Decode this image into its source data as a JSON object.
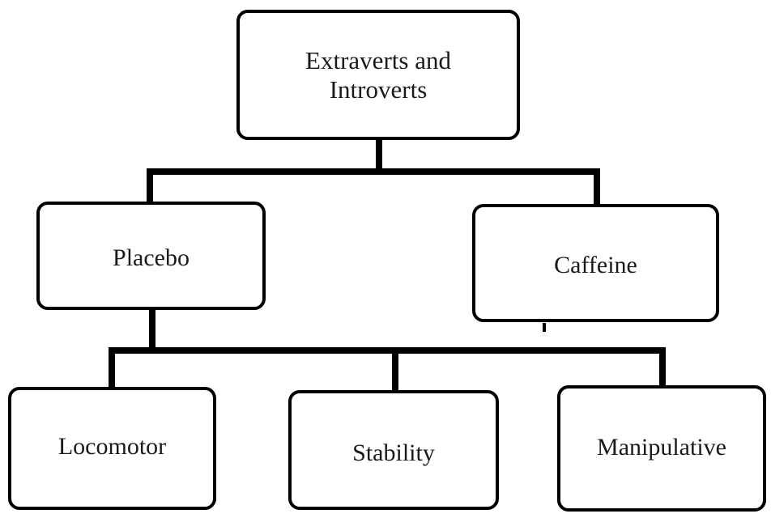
{
  "diagram": {
    "root": "Extraverts and Introverts",
    "level1": {
      "left": "Placebo",
      "right": "Caffeine"
    },
    "level2": {
      "first": "Locomotor",
      "second": "Stability",
      "third": "Manipulative"
    }
  },
  "colors": {
    "line": "#000000",
    "text": "#1a1a1a",
    "background": "#ffffff"
  }
}
